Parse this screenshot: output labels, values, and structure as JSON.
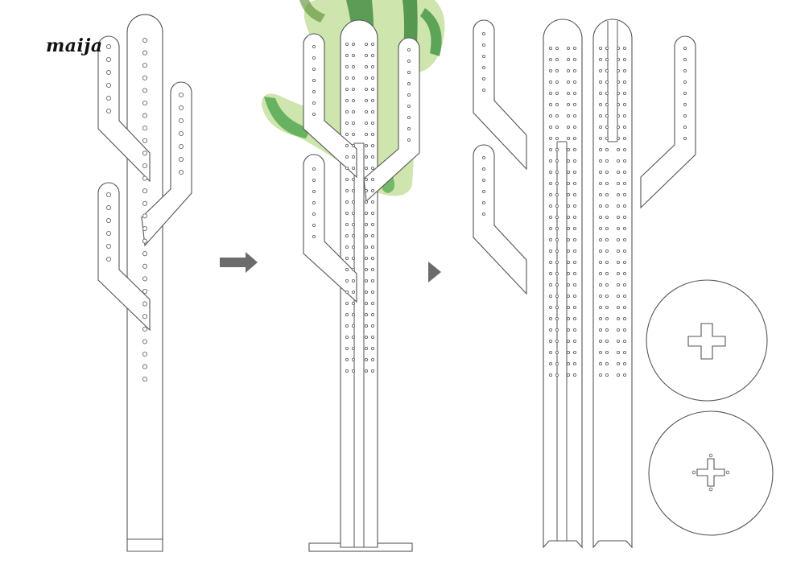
{
  "brand": {
    "name": "maija"
  },
  "figure": {
    "panels": [
      "assembled-front-view",
      "assembled-with-plant",
      "exploded-parts"
    ],
    "colors": {
      "line": "#555555",
      "arrow": "#6b6b6b",
      "plant_dark": "#2e7d32",
      "plant_light": "#9ccc65"
    },
    "icons": [
      "arrow-right-icon",
      "triangle-right-icon",
      "cross-slot-icon"
    ]
  }
}
